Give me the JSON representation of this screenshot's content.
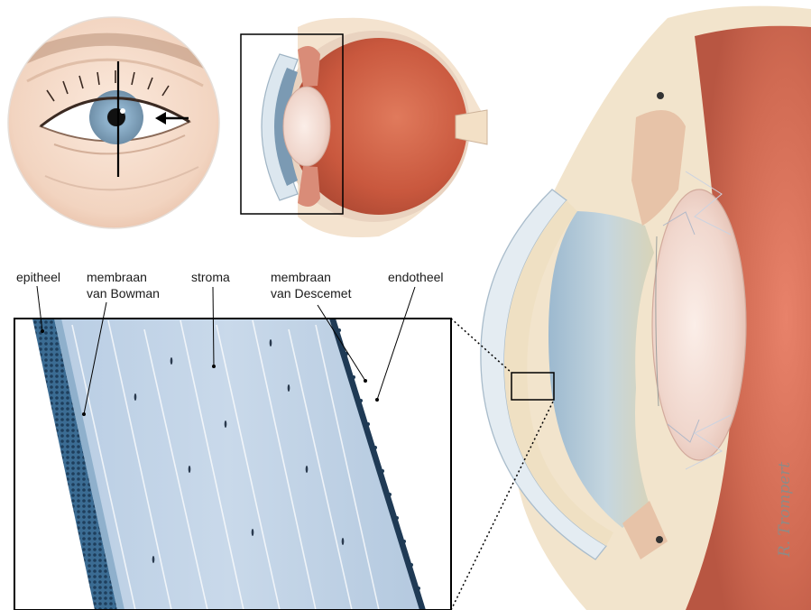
{
  "labels": {
    "epitheel": "epitheel",
    "bowman_line1": "membraan",
    "bowman_line2": "van Bowman",
    "stroma": "stroma",
    "descemet_line1": "membraan",
    "descemet_line2": "van Descemet",
    "endotheel": "endotheel"
  },
  "signature": "R. Trompert",
  "colors": {
    "iris": "#8fb2cc",
    "retina": "#c9583e",
    "lens": "#f0d6cc",
    "stroma": "#bcd0e6",
    "epithelium": "#2e5f86"
  }
}
